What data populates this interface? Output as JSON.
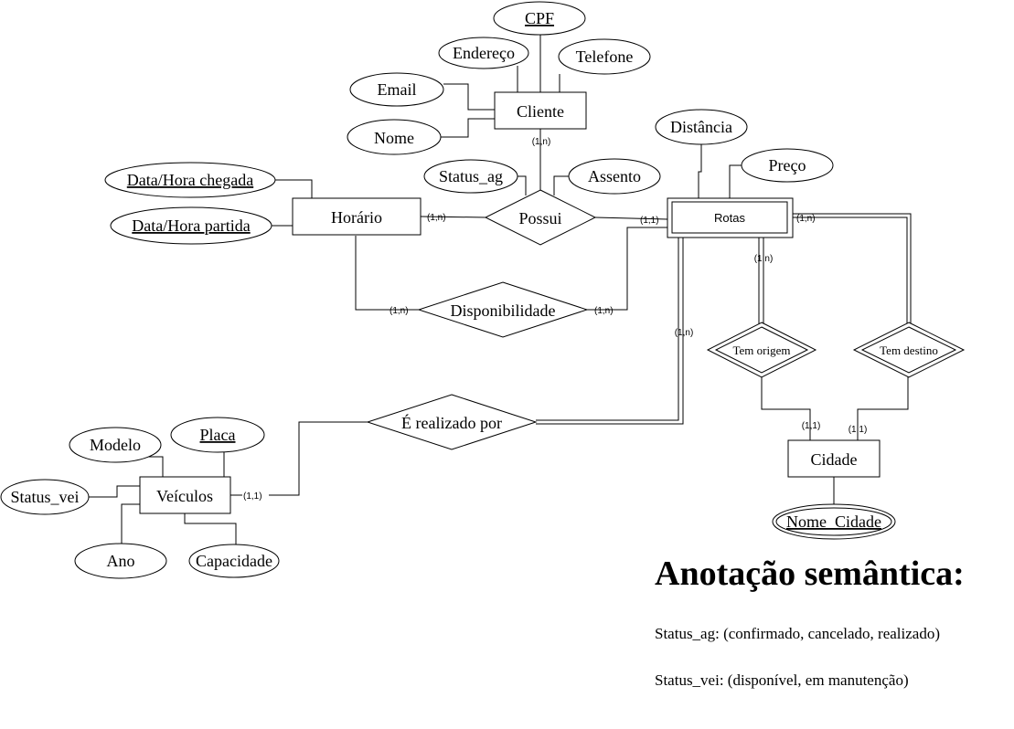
{
  "entities": {
    "cliente": "Cliente",
    "horario": "Horário",
    "rotas": "Rotas",
    "veiculos": "Veículos",
    "cidade": "Cidade"
  },
  "relationships": {
    "possui": "Possui",
    "disponibilidade": "Disponibilidade",
    "realizado_por": "É realizado por",
    "tem_origem": "Tem origem",
    "tem_destino": "Tem destino"
  },
  "attributes": {
    "cpf": "CPF",
    "endereco": "Endereço",
    "telefone": "Telefone",
    "email": "Email",
    "nome": "Nome",
    "distancia": "Distância",
    "preco": "Preço",
    "status_ag": "Status_ag",
    "assento": "Assento",
    "data_hora_chegada": "Data/Hora chegada",
    "data_hora_partida": "Data/Hora partida",
    "modelo": "Modelo",
    "placa": "Placa",
    "status_vei": "Status_vei",
    "ano": "Ano",
    "capacidade": "Capacidade",
    "nome_cidade": "Nome_Cidade"
  },
  "cardinalities": {
    "cliente_possui": "(1,n)",
    "horario_possui": "(1,n)",
    "rotas_possui": "(1,1)",
    "rotas_tem_destino": "(1,n)",
    "rotas_tem_origem": "(1,n)",
    "rotas_realizado_por": "(1,n)",
    "horario_disponibilidade": "(1,n)",
    "rotas_disponibilidade": "(1,n)",
    "veiculos_realizado_por": "(1,1)",
    "cidade_tem_origem": "(1,1)",
    "cidade_tem_destino": "(1,1)"
  },
  "annotation": {
    "title": "Anotação semântica:",
    "line1": "Status_ag: (confirmado, cancelado, realizado)",
    "line2": "Status_vei: (disponível, em manutenção)"
  }
}
